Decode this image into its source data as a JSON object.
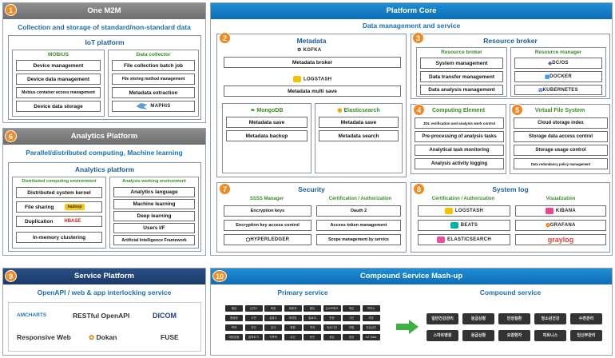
{
  "one_m2m": {
    "number": "1",
    "header": "One M2M",
    "subtitle": "Collection and storage of standard/non-standard data",
    "iot_title": "IoT platform",
    "mobius": {
      "title": "MOBIUS",
      "items": [
        "Device management",
        "Device data management",
        "Mobius container access management",
        "Device data storage"
      ]
    },
    "collector": {
      "title": "Data collector",
      "items": [
        "File collection batch job",
        "File storing method management",
        "Metadata extraction"
      ],
      "logo": "MAPHIS"
    }
  },
  "analytics": {
    "number": "6",
    "header": "Analytics Platform",
    "subtitle": "Parallel/distributed computing, Machine learning",
    "platform_title": "Analytics platform",
    "dist": {
      "title": "Distributed computing environment",
      "items": [
        "Distributed system kernel",
        "File sharing",
        "Duplication",
        "In-memory clustering"
      ],
      "logos": [
        "hadoop",
        "HBASE"
      ]
    },
    "aw": {
      "title": "Analysis working environment",
      "items": [
        "Analytics language",
        "Machine learning",
        "Deep learning",
        "Users I/F",
        "Artificial Intelligence Framework"
      ]
    }
  },
  "service": {
    "number": "9",
    "header": "Service Platform",
    "subtitle": "OpenAPI / web & app interlocking service",
    "logos": [
      "AMCHARTS",
      "RESTful OpenAPI",
      "DICOM",
      "Responsive Web",
      "Dokan",
      "FUSE"
    ]
  },
  "core": {
    "header": "Platform Core",
    "subtitle": "Data management and service",
    "metadata": {
      "number": "2",
      "title": "Metadata",
      "kofka": "KOFKA",
      "broker": "Metadata broker",
      "logstash": "LOGSTASH",
      "multi": "Metadata multi save",
      "mongo": "MongoDB",
      "mongo_items": [
        "Metadata save",
        "Metadata backup"
      ],
      "es": "Elasticsearch",
      "es_items": [
        "Metadata save",
        "Metadata search"
      ]
    },
    "resource": {
      "number": "3",
      "title": "Resource broker",
      "rb_title": "Resource broker",
      "rb_items": [
        "System management",
        "Data transfer management",
        "Data analysis management"
      ],
      "rm_title": "Resource manager",
      "rm_items": [
        "DC/OS",
        "DOCKER",
        "KUBERNETES"
      ]
    },
    "computing": {
      "number": "4",
      "title": "Computing Element",
      "items": [
        "JDL verification and analysis work control",
        "Pre-processing of analysis tasks",
        "Analytical task monitoring",
        "Analysis activity logging"
      ]
    },
    "vfs": {
      "number": "5",
      "title": "Virtual File System",
      "items": [
        "Cloud storage index",
        "Storage data access control",
        "Storage usage control",
        "Data redundancy policy management"
      ]
    },
    "security": {
      "number": "7",
      "title": "Security",
      "ssss_title": "SSSS Manager",
      "ssss_items": [
        "Encryption keys",
        "Encryption key access control",
        "HYPERLEDGER"
      ],
      "cert_title": "Certification / Authorization",
      "cert_items": [
        "Oauth 2",
        "Access token management",
        "Scope management by service"
      ]
    },
    "syslog": {
      "number": "8",
      "title": "System log",
      "cert_title": "Certification / Authorization",
      "cert_items": [
        "LOGSTASH",
        "BEATS",
        "ELASTICSEARCH"
      ],
      "vis_title": "Visualization",
      "vis_items": [
        "KIBANA",
        "GRAFANA",
        "graylog"
      ]
    }
  },
  "compound": {
    "number": "10",
    "header": "Compound Service Mash-up",
    "primary_title": "Primary service",
    "compound_title": "Compound service",
    "primary_keys": [
      "혈압",
      "심전도",
      "체중",
      "체중계",
      "혈당",
      "산소포화도",
      "체온",
      "맥박수",
      "활동량",
      "수면",
      "걸음수",
      "체지방",
      "칼로리",
      "운동",
      "식단",
      "처방",
      "복약",
      "진단",
      "검사",
      "병원",
      "약국",
      "의료기관",
      "보험",
      "건강검진",
      "예방접종",
      "알레르기",
      "가족력",
      "유전",
      "문진",
      "상담",
      "영상",
      "IoT Data"
    ],
    "compound_keys": [
      "일반건강관리",
      "응급상황",
      "만성질환",
      "청소년건강",
      "수면관리",
      "스마트병원",
      "응급상황",
      "요양환자",
      "피트니스",
      "임신부관리"
    ]
  }
}
